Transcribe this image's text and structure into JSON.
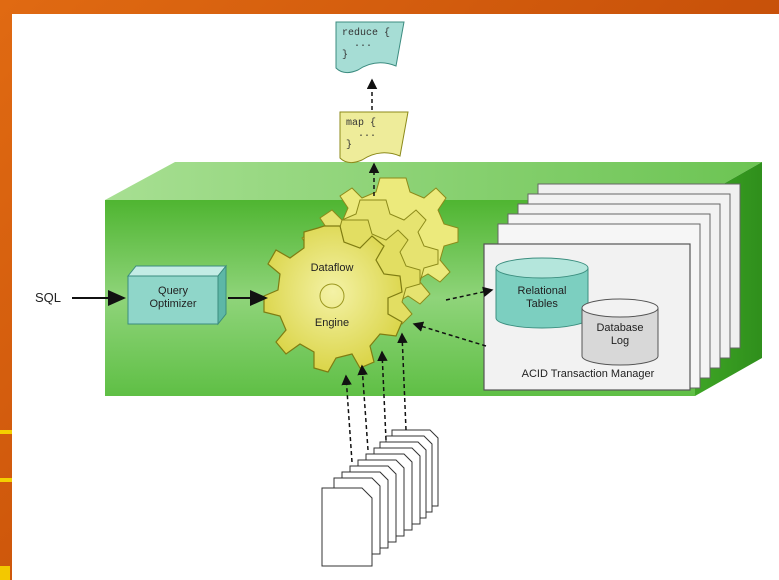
{
  "labels": {
    "sql": "SQL",
    "query_optimizer": "Query\nOptimizer",
    "dataflow_engine_top": "Dataflow",
    "dataflow_engine_bottom": "Engine",
    "relational_tables": "Relational\nTables",
    "database_log": "Database\nLog",
    "acid_manager": "ACID Transaction Manager"
  },
  "code": {
    "reduce": "reduce {\n  ...\n}",
    "map": "map {\n  ...\n}"
  },
  "colors": {
    "background": "#d9600a",
    "green_box": "#5cba3c",
    "teal": "#8fd3c8",
    "yellow": "#e8e58a",
    "gear": "#e3e05e"
  }
}
